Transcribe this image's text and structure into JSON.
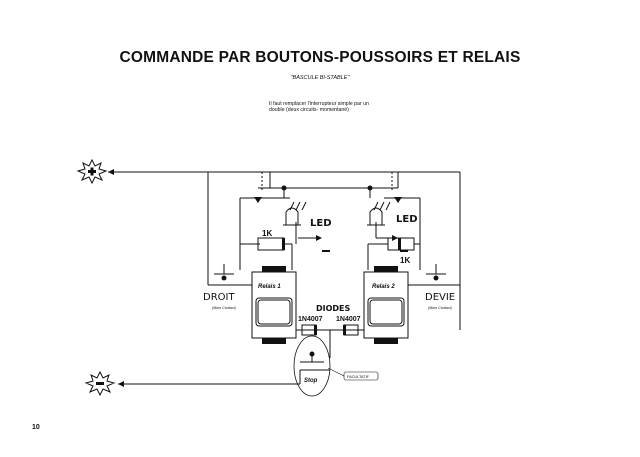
{
  "page": {
    "title": "COMMANDE PAR BOUTONS-POUSSOIRS ET RELAIS",
    "subtitle": "\"BASCULE BI-STABLE\"",
    "note_line1": "Il faut remplacer l'interrupteur simple par un",
    "note_line2": "double (deux circuits- momentané)",
    "page_number": "10"
  },
  "diagram": {
    "resistor_left": "1K",
    "resistor_right": "1K",
    "led_left": "LED",
    "led_right": "LED",
    "relay_left": "Relais 1",
    "relay_right": "Relais 2",
    "diodes_label": "DIODES",
    "diode_left": "1N4007",
    "diode_right": "1N4007",
    "switch_left": "DROIT",
    "switch_right": "DEVIE",
    "momentary_left": "(Mom Contact)",
    "momentary_right": "(Mom Contact)",
    "stop": "Stop",
    "facultatif": "FACULTATIF"
  },
  "colors": {
    "ink": "#111111",
    "paper": "#ffffff"
  }
}
